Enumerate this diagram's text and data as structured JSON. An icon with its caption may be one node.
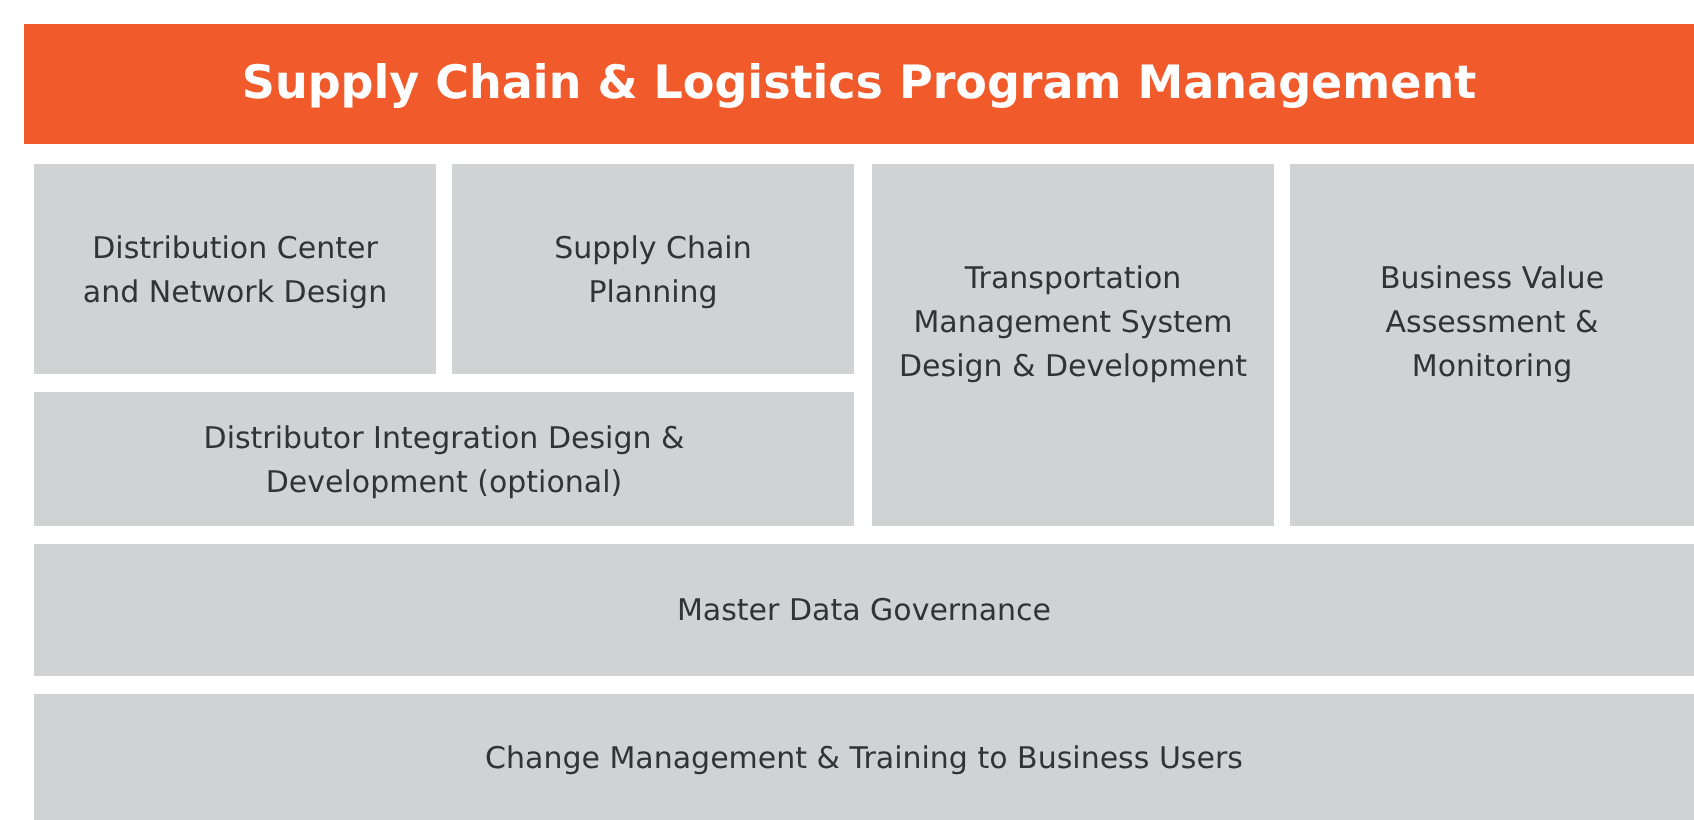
{
  "diagram": {
    "nodes": [
      {
        "text": [
          "Supply Chain & Logistics Program Management"
        ]
      },
      {
        "text": [
          "Distribution Center and Network Design"
        ]
      },
      {
        "text": [
          "Supply Chain Planning"
        ]
      },
      {
        "text": [
          "Distributor Integration Design & Development (optional)"
        ]
      },
      {
        "text": [
          "Transportation Management System Design & Development"
        ]
      },
      {
        "text": [
          "Business Value Assessment & Monitoring"
        ]
      },
      {
        "text": [
          "Master Data Governance"
        ]
      },
      {
        "text": [
          "Change Management & Training to Business Users"
        ]
      }
    ],
    "edges": []
  }
}
